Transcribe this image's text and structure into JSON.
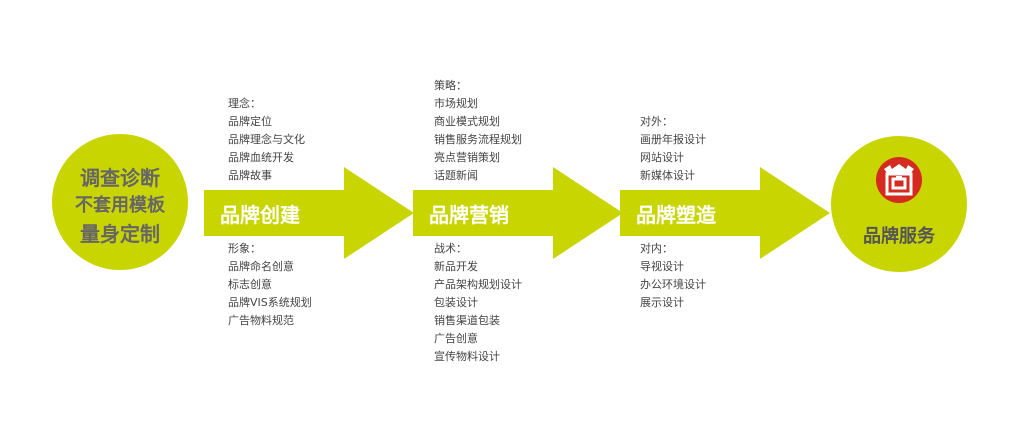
{
  "colors": {
    "accent": "#c9d500",
    "text_dark": "#555555",
    "seal_red": "#d42a1f"
  },
  "left_circle": {
    "line1": "调查诊断",
    "line2": "不套用模板",
    "line3": "量身定制"
  },
  "arrows": [
    {
      "label": "品牌创建"
    },
    {
      "label": "品牌营销"
    },
    {
      "label": "品牌塑造"
    }
  ],
  "right_circle": {
    "seal_icon": "seal-icon",
    "text": "品牌服务"
  },
  "blocks": {
    "create_top": {
      "heading": "理念：",
      "items": [
        "品牌定位",
        "品牌理念与文化",
        "品牌血统开发",
        "品牌故事"
      ]
    },
    "create_bottom": {
      "heading": "形象：",
      "items": [
        "品牌命名创意",
        "标志创意",
        "品牌VIS系统规划",
        "广告物料规范"
      ]
    },
    "marketing_top": {
      "heading": "策略：",
      "items": [
        "市场规划",
        "商业模式规划",
        "销售服务流程规划",
        "亮点营销策划",
        "话题新闻"
      ]
    },
    "marketing_bottom": {
      "heading": "战术：",
      "items": [
        "新品开发",
        "产品架构规划设计",
        "包装设计",
        "销售渠道包装",
        "广告创意",
        "宣传物料设计"
      ]
    },
    "shaping_top": {
      "heading": "对外：",
      "items": [
        "画册年报设计",
        "网站设计",
        "新媒体设计"
      ]
    },
    "shaping_bottom": {
      "heading": "对内：",
      "items": [
        "导视设计",
        "办公环境设计",
        "展示设计"
      ]
    }
  }
}
